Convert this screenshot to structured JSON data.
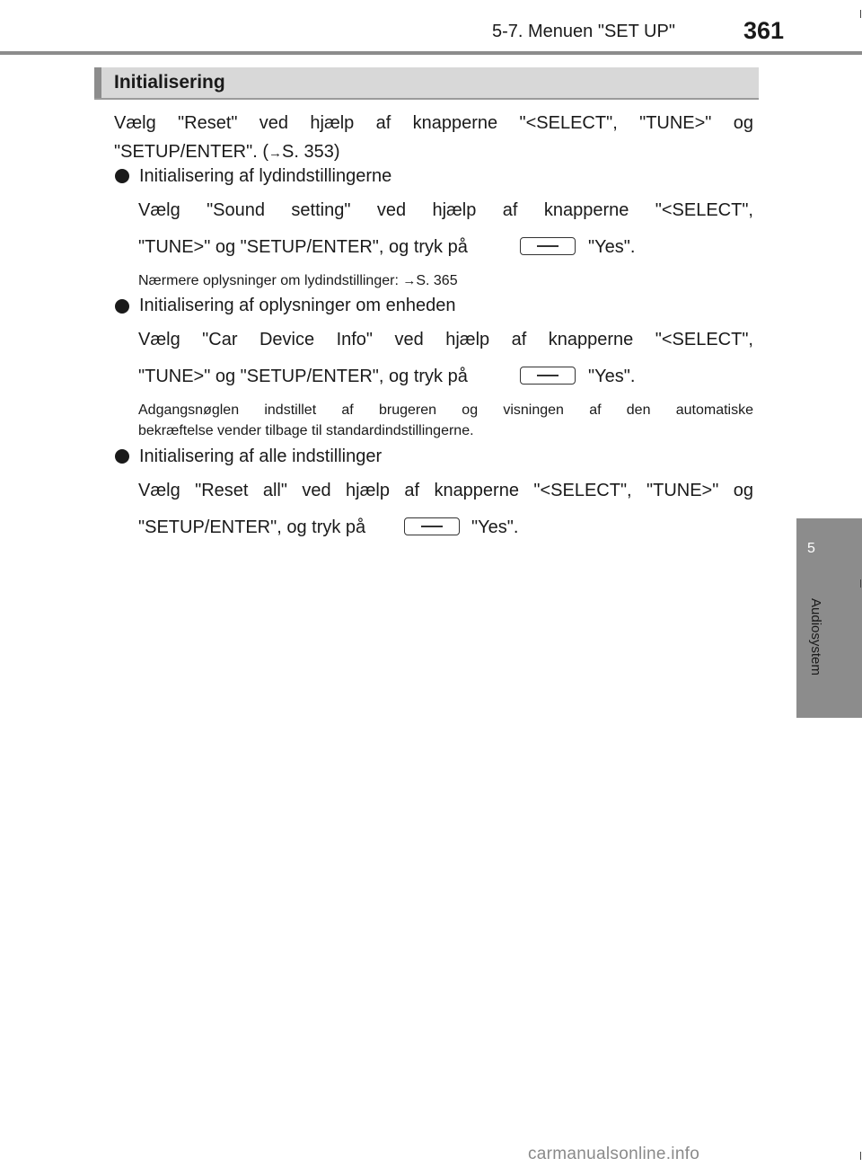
{
  "header": {
    "section_title": "5-7. Menuen \"SET UP\"",
    "page_number": "361"
  },
  "section": {
    "title": "Initialisering"
  },
  "intro": {
    "line1": "Vælg \"Reset\" ved hjælp af knapperne \"<SELECT\", \"TUNE>\" og",
    "line2_pre": "\"SETUP/ENTER\". (",
    "line2_ref": "S. 353)"
  },
  "items": [
    {
      "heading": "Initialisering af lydindstillingerne",
      "line1": "Vælg \"Sound setting\" ved hjælp af knapperne \"<SELECT\",",
      "line2_pre": "\"TUNE>\" og \"SETUP/ENTER\", og tryk på",
      "line2_post": "\"Yes\".",
      "note_pre": "Nærmere oplysninger om lydindstillinger: ",
      "note_ref": "S. 365"
    },
    {
      "heading": "Initialisering af oplysninger om enheden",
      "line1": "Vælg \"Car Device Info\" ved hjælp af knapperne \"<SELECT\",",
      "line2_pre": "\"TUNE>\" og \"SETUP/ENTER\", og tryk på",
      "line2_post": "\"Yes\".",
      "note_line1": "Adgangsnøglen indstillet af brugeren og visningen af den automatiske",
      "note_line2": "bekræftelse vender tilbage til standardindstillingerne."
    },
    {
      "heading": "Initialisering af alle indstillinger",
      "line1": "Vælg \"Reset all\" ved hjælp af knapperne \"<SELECT\", \"TUNE>\" og",
      "line2_pre": "\"SETUP/ENTER\", og tryk på",
      "line2_post": "\"Yes\"."
    }
  ],
  "sidebar": {
    "chapter_number": "5",
    "chapter_label": "Audiosystem"
  },
  "footer": {
    "watermark": "carmanualsonline.info"
  },
  "icons": {
    "arrow": "right-arrow-icon",
    "button": "button-symbol-icon"
  },
  "colors": {
    "header_rule": "#8c8c8c",
    "section_bar": "#d8d8d8",
    "side_tab": "#8c8c8c"
  }
}
